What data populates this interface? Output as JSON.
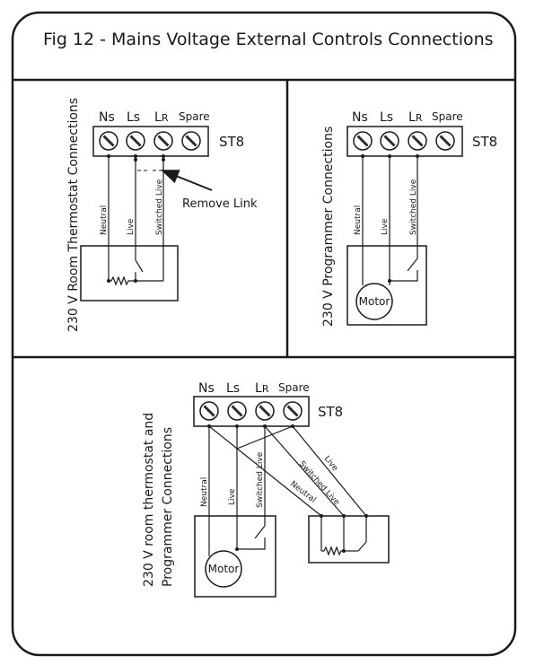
{
  "title": "Fig 12 - Mains Voltage External Controls Connections",
  "terminal_labels": {
    "ns": "Ns",
    "ls": "Ls",
    "lr_main": "L",
    "lr_sub": "R",
    "spare": "Spare"
  },
  "block_label": "ST8",
  "panel1": {
    "side_label": "230 V Room Thermostat Connections",
    "wire_neutral": "Neutral",
    "wire_live": "Live",
    "wire_switched": "Switched Live",
    "annotation": "Remove Link"
  },
  "panel2": {
    "side_label": "230 V Programmer Connections",
    "wire_neutral": "Neutral",
    "wire_live": "Live",
    "wire_switched": "Switched Live",
    "motor": "Motor"
  },
  "panel3": {
    "side_label_line1": "230 V room thermostat and",
    "side_label_line2": "Programmer Connections",
    "wire_neutral": "Neutral",
    "wire_live": "Live",
    "wire_switched": "Switched Live",
    "diag_live": "Live",
    "diag_switched": "Switched Live",
    "diag_neutral": "Neutral",
    "motor": "Motor"
  }
}
